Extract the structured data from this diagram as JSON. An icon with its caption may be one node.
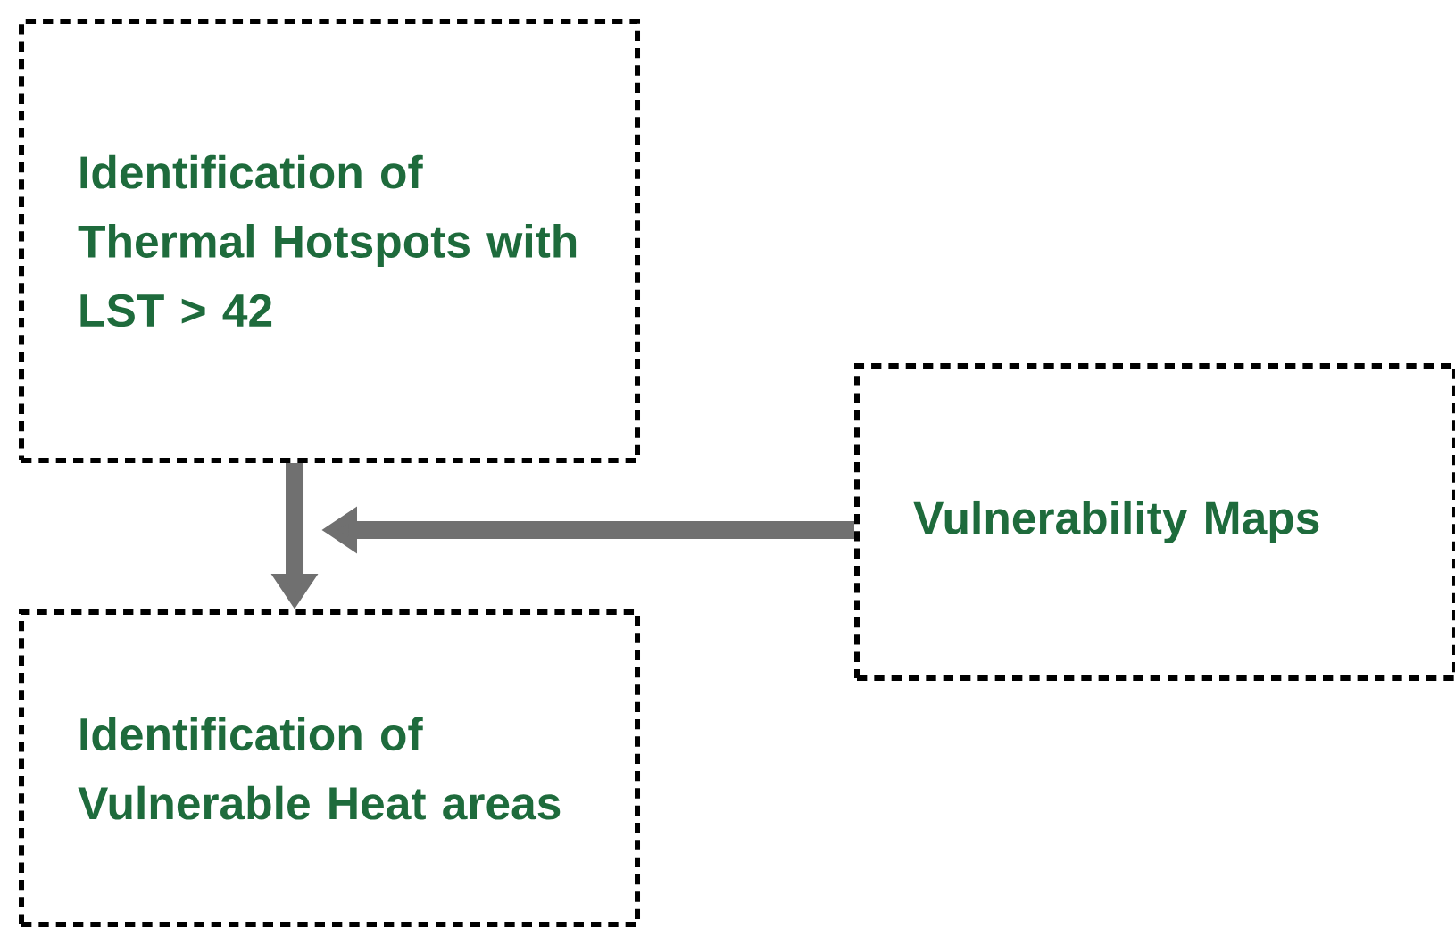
{
  "diagram": {
    "nodes": [
      {
        "text": [
          "Identification of Thermal Hotspots with LST > 42"
        ]
      },
      {
        "text": [
          "Vulnerability Maps"
        ]
      },
      {
        "text": [
          "Identification of Vulnerable Heat areas"
        ]
      }
    ],
    "edges": [
      {
        "from": 0,
        "to": 2,
        "arrow": "to"
      },
      {
        "from": 1,
        "to": null,
        "arrow": "to"
      }
    ]
  }
}
